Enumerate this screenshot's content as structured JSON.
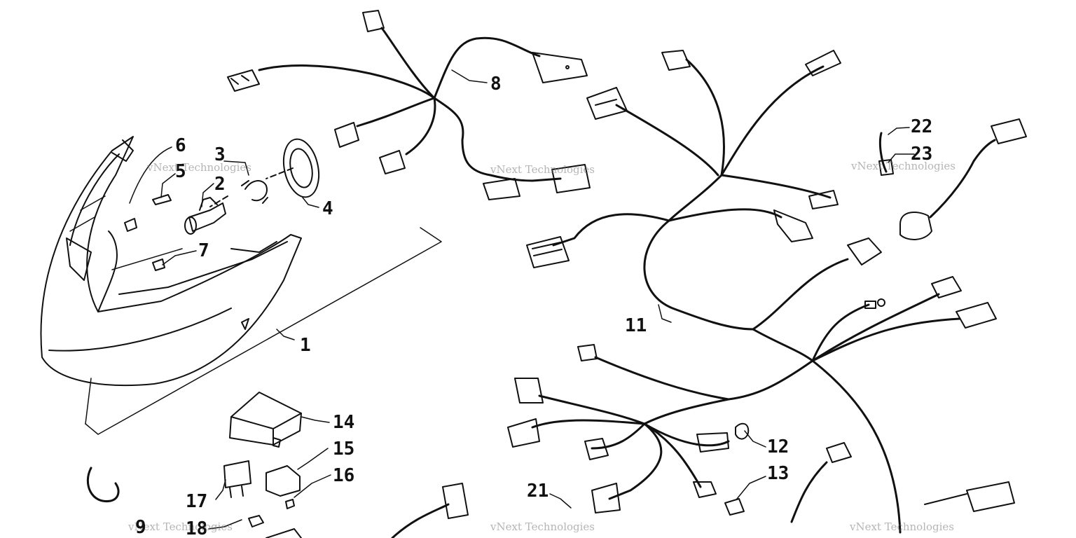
{
  "callouts": {
    "c1": "1",
    "c2": "2",
    "c3": "3",
    "c4": "4",
    "c5": "5",
    "c6": "6",
    "c7": "7",
    "c8": "8",
    "c9": "9",
    "c11": "11",
    "c12": "12",
    "c13": "13",
    "c14": "14",
    "c15": "15",
    "c16": "16",
    "c17": "17",
    "c18": "18",
    "c21": "21",
    "c22": "22",
    "c23": "23"
  },
  "watermark": {
    "line1": "vNext Technologies",
    "line2": "vNext Technologies"
  },
  "colors": {
    "ink": "#111111",
    "watermark": "#8a8a8a"
  }
}
